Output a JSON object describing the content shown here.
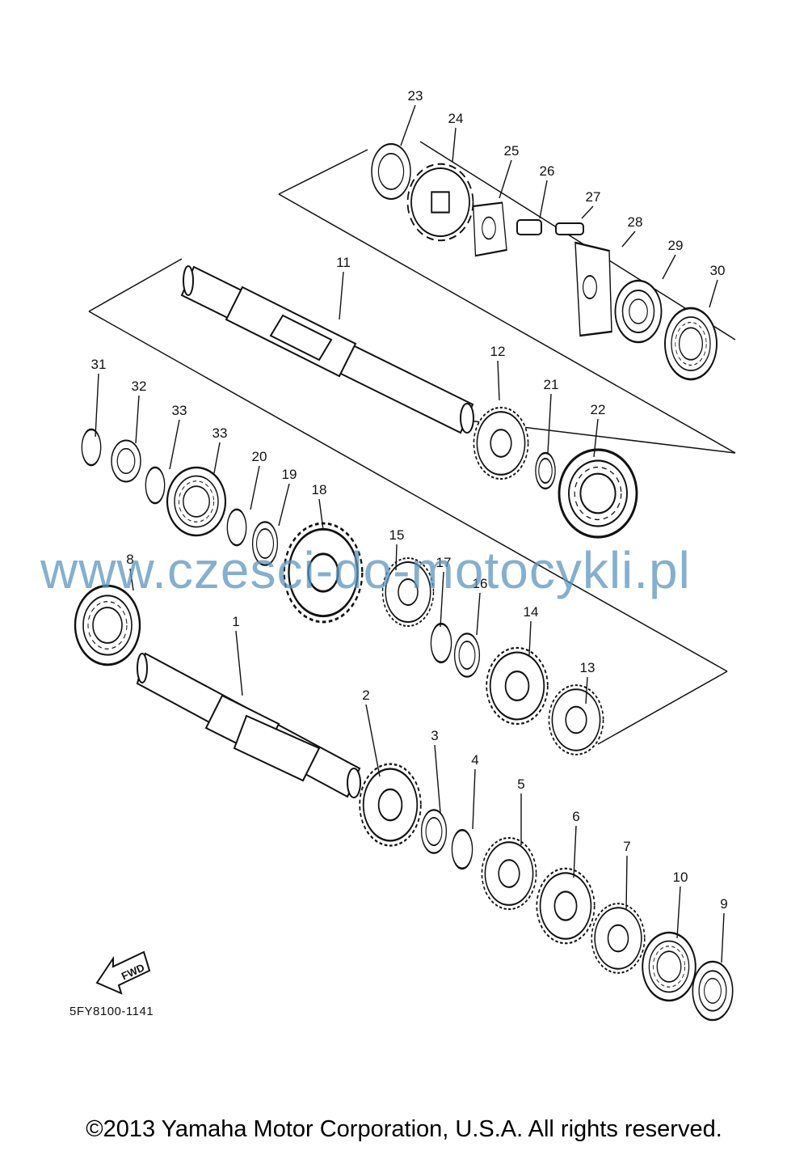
{
  "diagram": {
    "part_code": "5FY8100-1141",
    "fwd_label": "FWD",
    "copyright": "©2013 Yamaha Motor Corporation, U.S.A. All rights reserved.",
    "watermark": "www.czesci-do-motocykli.pl",
    "callouts": [
      "1",
      "2",
      "3",
      "4",
      "5",
      "6",
      "7",
      "8",
      "9",
      "10",
      "11",
      "12",
      "13",
      "14",
      "15",
      "16",
      "17",
      "18",
      "19",
      "20",
      "21",
      "22",
      "23",
      "24",
      "25",
      "26",
      "27",
      "28",
      "29",
      "30",
      "31",
      "32",
      "33",
      "33"
    ]
  }
}
